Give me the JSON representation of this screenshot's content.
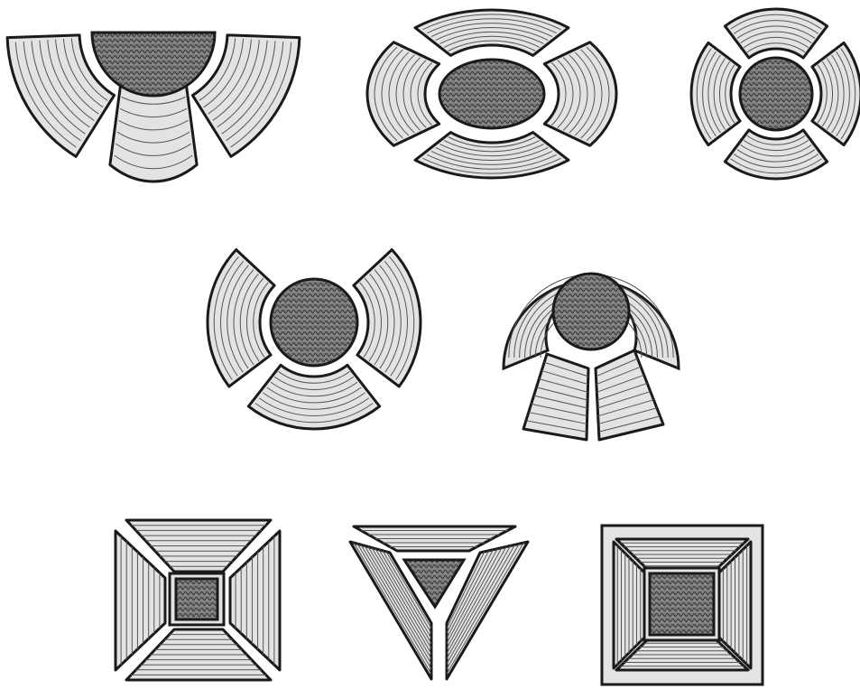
{
  "figure": {
    "shapes": [
      {
        "id": "half-circle-arrangement",
        "outline": "half-circle",
        "core": "half-circle",
        "ring_segments": 3
      },
      {
        "id": "ellipse-arrangement",
        "outline": "ellipse",
        "core": "ellipse",
        "ring_segments": 4
      },
      {
        "id": "circle-four-segment-arrangement",
        "outline": "circle",
        "core": "circle",
        "ring_segments": 4
      },
      {
        "id": "circle-three-segment-arrangement",
        "outline": "circle",
        "core": "circle",
        "ring_segments": 3
      },
      {
        "id": "dome-arrangement",
        "outline": "circle",
        "core": "circle",
        "ring_segments": 4
      },
      {
        "id": "square-pyramid-arrangement",
        "outline": "square",
        "core": "square",
        "ring_segments": 4
      },
      {
        "id": "triangle-arrangement",
        "outline": "triangle",
        "core": "triangle",
        "ring_segments": 3
      },
      {
        "id": "framed-square-arrangement",
        "outline": "square",
        "core": "square",
        "ring_segments": 4
      }
    ],
    "colors": {
      "background": "#ffffff",
      "outline": "#1a1a1a",
      "segment_fill": "#e3e3e3",
      "segment_lines": "#555555",
      "core_fill": "#7d7d7d",
      "core_pattern": "#333333"
    }
  }
}
